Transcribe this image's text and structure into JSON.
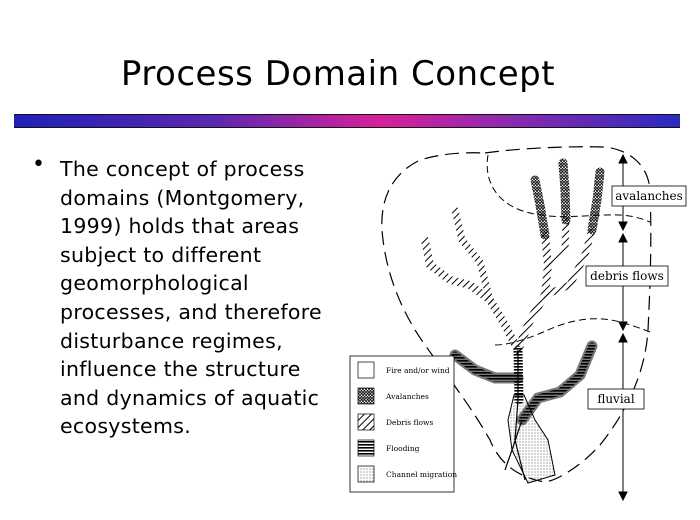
{
  "slide": {
    "title": "Process Domain Concept",
    "bullet_symbol": "•",
    "bullet_text": "The concept of process domains (Montgomery, 1999) holds that areas subject to different geomorphological processes, and therefore disturbance regimes, influence the structure and dynamics of aquatic ecosystems."
  },
  "diagram": {
    "zone_labels": [
      "avalanches",
      "debris flows",
      "fluvial"
    ],
    "legend": [
      {
        "label": "Fire and/or wind",
        "pattern": "blank"
      },
      {
        "label": "Avalanches",
        "pattern": "zigzag"
      },
      {
        "label": "Debris flows",
        "pattern": "diagonal-hatch"
      },
      {
        "label": "Flooding",
        "pattern": "horizontal-lines"
      },
      {
        "label": "Channel migration",
        "pattern": "stipple"
      }
    ]
  }
}
